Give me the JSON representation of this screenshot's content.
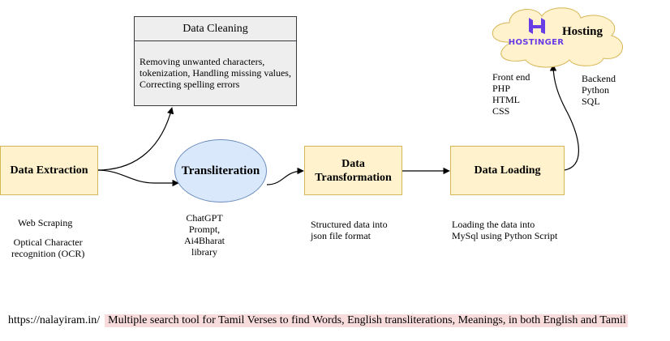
{
  "nodes": {
    "data_extraction": "Data Extraction",
    "transliteration": "Transliteration",
    "data_transformation": "Data\nTransformation",
    "data_loading": "Data Loading",
    "data_cleaning": {
      "title": "Data Cleaning",
      "description": "Removing unwanted characters,\ntokenization, Handling missing values,\nCorrecting spelling errors"
    },
    "hosting": {
      "brand": "HOSTINGER",
      "label": "Hosting",
      "icon": "hostinger-logo-icon"
    }
  },
  "annotations": {
    "extraction_web": "Web Scraping",
    "extraction_ocr": "Optical Character\nrecognition (OCR)",
    "transliteration_tools": "ChatGPT\nPrompt,\nAi4Bharat\nlibrary",
    "transformation_note": "Structured data into\njson file format",
    "loading_note": "Loading the data into\nMySql using Python Script",
    "frontend_stack": "Front end\nPHP\nHTML\nCSS",
    "backend_stack": "Backend\nPython\nSQL"
  },
  "footer": {
    "url": "https://nalayiram.in/",
    "description": "Multiple search tool for Tamil Verses to find Words, English transliterations, Meanings, in both English and Tamil"
  },
  "colors": {
    "process_fill": "#fff2cc",
    "process_border": "#d6b656",
    "ellipse_fill": "#dae8fc",
    "ellipse_border": "#6c8ebf",
    "cleaning_fill": "#eeeeee",
    "cloud_fill": "#fff2cc",
    "brand": "#673de6",
    "footer_highlight": "#f8dcdc"
  }
}
